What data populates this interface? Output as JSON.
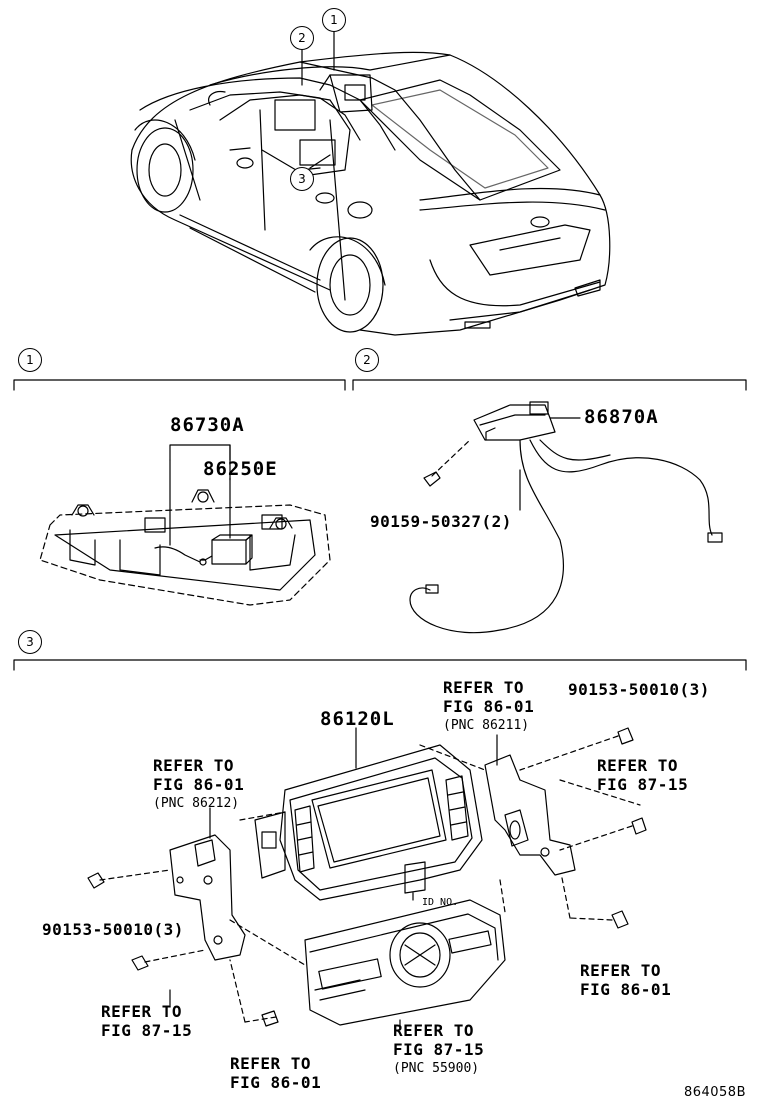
{
  "callouts": {
    "c1": "1",
    "c2": "2",
    "c3": "3"
  },
  "sections": {
    "s1": "1",
    "s2": "2",
    "s3": "3"
  },
  "parts": {
    "p86730A": "86730A",
    "p86250E": "86250E",
    "p86870A": "86870A",
    "p90159": "90159-50327(2)",
    "p86120L": "86120L",
    "p90153_right": "90153-50010(3)",
    "p90153_left": "90153-50010(3)"
  },
  "refs": {
    "ref_top_mid": [
      "REFER TO",
      "FIG 86-01",
      "(PNC 86211)"
    ],
    "ref_left_top": [
      "REFER TO",
      "FIG 86-01",
      "(PNC 86212)"
    ],
    "ref_right_mid": [
      "REFER TO",
      "FIG 87-15"
    ],
    "ref_right_bottom": [
      "REFER TO",
      "FIG 86-01"
    ],
    "ref_left_bottom": [
      "REFER TO",
      "FIG 87-15"
    ],
    "ref_bottom_left": [
      "REFER TO",
      "FIG 86-01"
    ],
    "ref_bottom_mid": [
      "REFER TO",
      "FIG 87-15",
      "(PNC 55900)"
    ]
  },
  "id_no": "ID NO.",
  "figure_code": "864058B"
}
